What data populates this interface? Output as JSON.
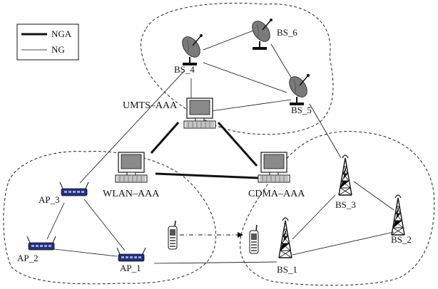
{
  "legend": {
    "items": [
      {
        "label": "NGA",
        "style": "thick"
      },
      {
        "label": "NG",
        "style": "thin"
      }
    ]
  },
  "nodes": {
    "umts_aaa": "UMTS–AAA",
    "wlan_aaa": "WLAN–AAA",
    "cdma_aaa": "CDMA–AAA",
    "bs_1": "BS_1",
    "bs_2": "BS_2",
    "bs_3": "BS_3",
    "bs_4": "BS_4",
    "bs_5": "BS_5",
    "bs_6": "BS_6",
    "ap_1": "AP_1",
    "ap_2": "AP_2",
    "ap_3": "AP_3"
  },
  "colors": {
    "line": "#111111",
    "ap_blue": "#23307a",
    "dish_gray": "#7a7a7a",
    "screen_gray": "#8a8a8a"
  }
}
